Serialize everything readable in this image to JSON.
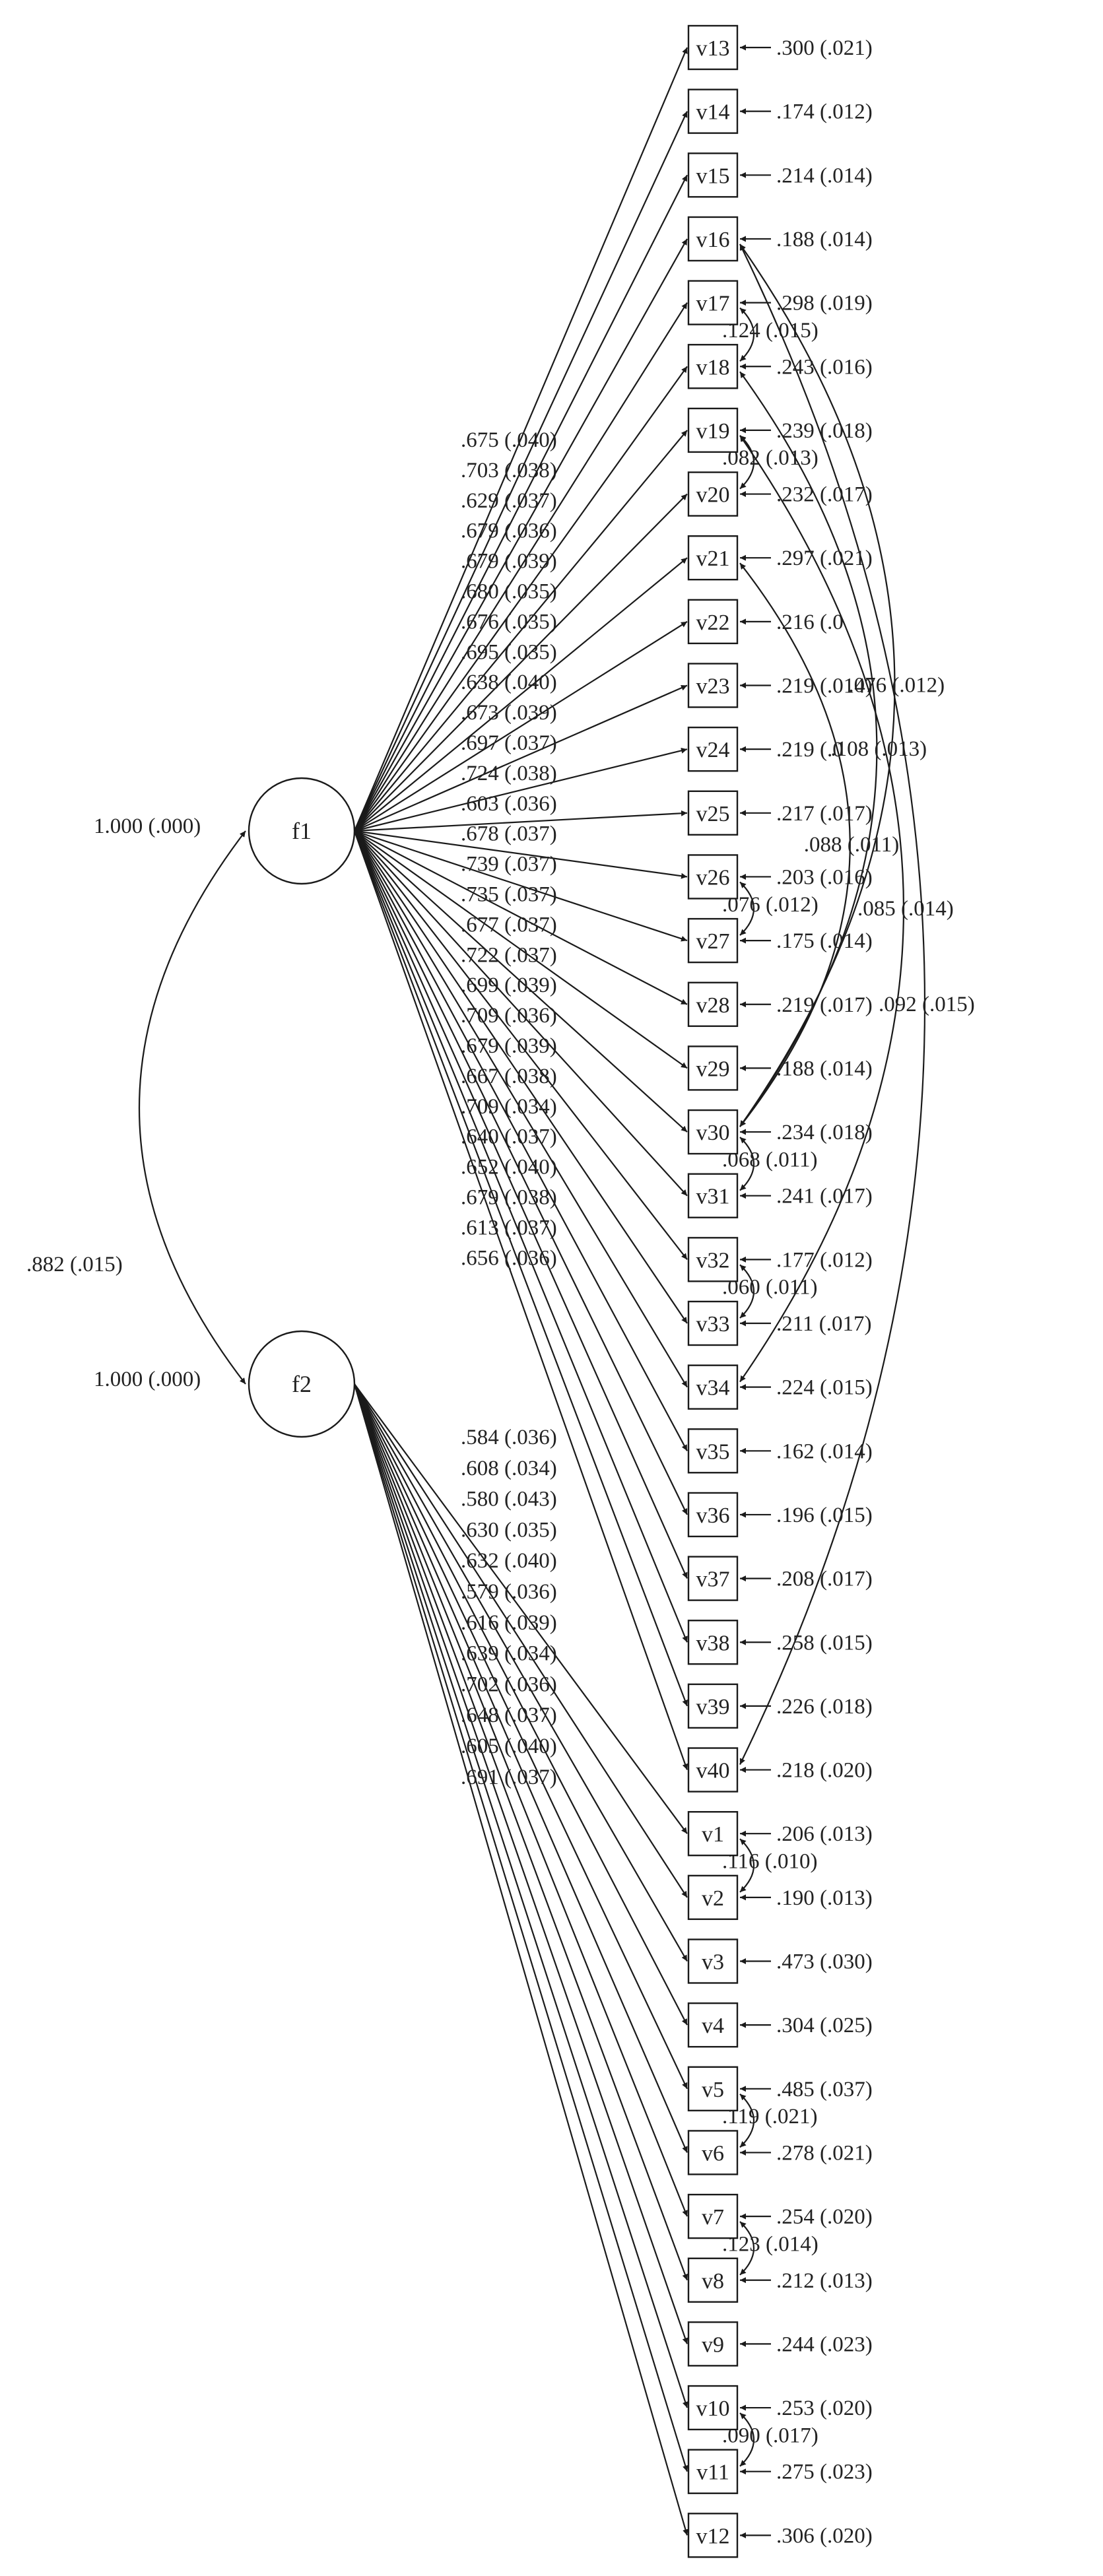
{
  "factors": [
    {
      "id": "f1",
      "label": "f1",
      "variance": "1.000 (.000)"
    },
    {
      "id": "f2",
      "label": "f2",
      "variance": "1.000 (.000)"
    }
  ],
  "factor_correlation": ".882 (.015)",
  "f1_items": [
    {
      "name": "v13",
      "loading": ".675 (.040)",
      "residual": ".300 (.021)"
    },
    {
      "name": "v14",
      "loading": ".703 (.038)",
      "residual": ".174 (.012)"
    },
    {
      "name": "v15",
      "loading": ".629 (.037)",
      "residual": ".214 (.014)"
    },
    {
      "name": "v16",
      "loading": ".679 (.036)",
      "residual": ".188 (.014)"
    },
    {
      "name": "v17",
      "loading": ".679 (.039)",
      "residual": ".298 (.019)"
    },
    {
      "name": "v18",
      "loading": ".680 (.035)",
      "residual": ".243 (.016)"
    },
    {
      "name": "v19",
      "loading": ".676 (.035)",
      "residual": ".239 (.018)"
    },
    {
      "name": "v20",
      "loading": ".695 (.035)",
      "residual": ".232 (.017)"
    },
    {
      "name": "v21",
      "loading": ".638 (.040)",
      "residual": ".297 (.021)"
    },
    {
      "name": "v22",
      "loading": ".673 (.039)",
      "residual": ".216 (.0"
    },
    {
      "name": "v23",
      "loading": ".697 (.037)",
      "residual": ".219 (.014)"
    },
    {
      "name": "v24",
      "loading": ".724 (.038)",
      "residual": ".219 (.0"
    },
    {
      "name": "v25",
      "loading": ".603 (.036)",
      "residual": ".217 (.017)"
    },
    {
      "name": "v26",
      "loading": ".678 (.037)",
      "residual": ".203 (.016)"
    },
    {
      "name": "v27",
      "loading": ".739 (.037)",
      "residual": ".175 (.014)"
    },
    {
      "name": "v28",
      "loading": ".735 (.037)",
      "residual": ".219 (.017)"
    },
    {
      "name": "v29",
      "loading": ".677 (.037)",
      "residual": ".188 (.014)"
    },
    {
      "name": "v30",
      "loading": ".722 (.037)",
      "residual": ".234 (.018)"
    },
    {
      "name": "v31",
      "loading": ".699 (.039)",
      "residual": ".241 (.017)"
    },
    {
      "name": "v32",
      "loading": ".709 (.036)",
      "residual": ".177 (.012)"
    },
    {
      "name": "v33",
      "loading": ".679 (.039)",
      "residual": ".211 (.017)"
    },
    {
      "name": "v34",
      "loading": ".667 (.038)",
      "residual": ".224 (.015)"
    },
    {
      "name": "v35",
      "loading": ".709 (.034)",
      "residual": ".162 (.014)"
    },
    {
      "name": "v36",
      "loading": ".640 (.037)",
      "residual": ".196 (.015)"
    },
    {
      "name": "v37",
      "loading": ".652 (.040)",
      "residual": ".208 (.017)"
    },
    {
      "name": "v38",
      "loading": ".679 (.038)",
      "residual": ".258 (.015)"
    },
    {
      "name": "v39",
      "loading": ".613 (.037)",
      "residual": ".226 (.018)"
    },
    {
      "name": "v40",
      "loading": ".656 (.036)",
      "residual": ".218 (.020)"
    }
  ],
  "f2_items": [
    {
      "name": "v1",
      "loading": ".584 (.036)",
      "residual": ".206 (.013)"
    },
    {
      "name": "v2",
      "loading": ".608 (.034)",
      "residual": ".190 (.013)"
    },
    {
      "name": "v3",
      "loading": ".580 (.043)",
      "residual": ".473 (.030)"
    },
    {
      "name": "v4",
      "loading": ".630 (.035)",
      "residual": ".304 (.025)"
    },
    {
      "name": "v5",
      "loading": ".632 (.040)",
      "residual": ".485 (.037)"
    },
    {
      "name": "v6",
      "loading": ".579 (.036)",
      "residual": ".278 (.021)"
    },
    {
      "name": "v7",
      "loading": ".616 (.039)",
      "residual": ".254 (.020)"
    },
    {
      "name": "v8",
      "loading": ".639 (.034)",
      "residual": ".212 (.013)"
    },
    {
      "name": "v9",
      "loading": ".702 (.036)",
      "residual": ".244 (.023)"
    },
    {
      "name": "v10",
      "loading": ".648 (.037)",
      "residual": ".253 (.020)"
    },
    {
      "name": "v11",
      "loading": ".605 (.040)",
      "residual": ".275 (.023)"
    },
    {
      "name": "v12",
      "loading": ".691 (.037)",
      "residual": ".306 (.020)"
    }
  ],
  "residual_covariances": [
    {
      "from": "v17",
      "to": "v18",
      "value": ".124 (.015)"
    },
    {
      "from": "v19",
      "to": "v20",
      "value": ".082 (.013)"
    },
    {
      "from": "v26",
      "to": "v27",
      "value": ".076 (.012)"
    },
    {
      "from": "v30",
      "to": "v31",
      "value": ".068 (.011)"
    },
    {
      "from": "v32",
      "to": "v33",
      "value": ".060 (.011)"
    },
    {
      "from": "v1",
      "to": "v2",
      "value": ".116 (.010)"
    },
    {
      "from": "v5",
      "to": "v6",
      "value": ".119 (.021)"
    },
    {
      "from": "v7",
      "to": "v8",
      "value": ".123 (.014)"
    },
    {
      "from": "v10",
      "to": "v11",
      "value": ".090 (.017)"
    },
    {
      "from": "v16",
      "to": "v30",
      "value": ".076 (.012)"
    },
    {
      "from": "v18",
      "to": "v30",
      "value": ".108 (.013)"
    },
    {
      "from": "v21",
      "to": "v30",
      "value": ".088 (.011)"
    },
    {
      "from": "v19",
      "to": "v34",
      "value": ".085 (.014)"
    },
    {
      "from": "v16",
      "to": "v40",
      "value": ".092 (.015)"
    }
  ]
}
